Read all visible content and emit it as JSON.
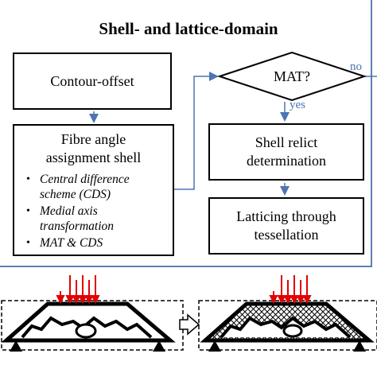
{
  "title": "Shell- and lattice-domain",
  "boxes": {
    "contour_offset": "Contour-offset",
    "fibre_angle_line1": "Fibre angle",
    "fibre_angle_line2": "assignment shell",
    "mat_decision": "MAT?",
    "shell_relict_line1": "Shell relict",
    "shell_relict_line2": "determination",
    "latticing_line1": "Latticing through",
    "latticing_line2": "tessellation"
  },
  "bullets": [
    {
      "line1": "Central difference",
      "line2": "scheme (CDS)"
    },
    {
      "line1": "Medial axis",
      "line2": "transformation"
    },
    {
      "line1": "MAT & CDS",
      "line2": ""
    }
  ],
  "branch_labels": {
    "no": "no",
    "yes": "yes"
  },
  "colors": {
    "arrow_blue": "#4f74b2",
    "frame_blue": "#5b7fb5",
    "load_red": "#e30000"
  },
  "icons": {
    "transform_arrow": "hollow-right-arrow",
    "support": "triangle-support",
    "load": "red-down-arrows"
  }
}
